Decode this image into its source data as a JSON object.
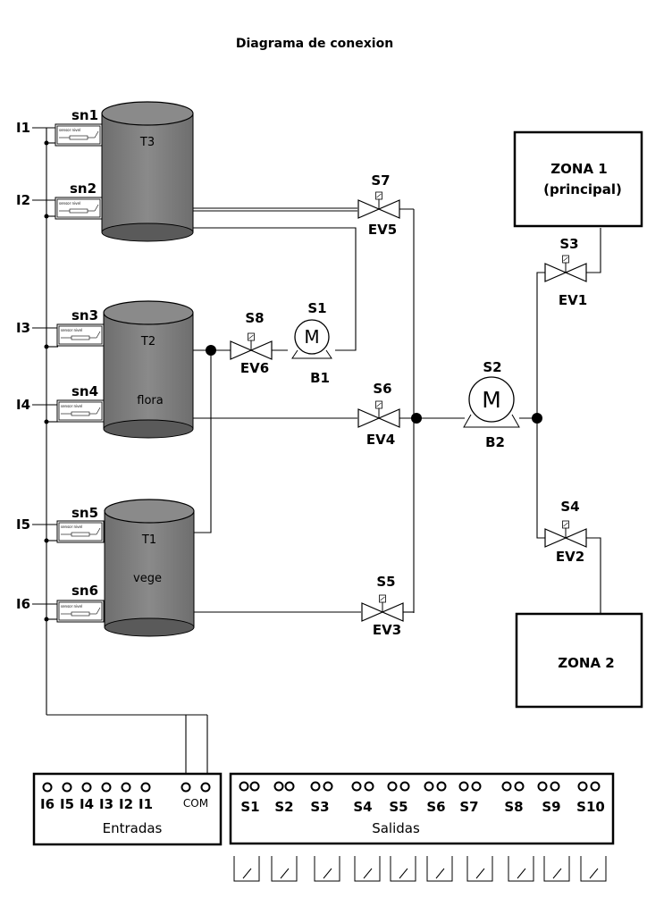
{
  "title": "Diagrama de conexion",
  "tanks": [
    {
      "id": "T3",
      "label": "T3",
      "sublabel": ""
    },
    {
      "id": "T2",
      "label": "T2",
      "sublabel": "flora"
    },
    {
      "id": "T1",
      "label": "T1",
      "sublabel": "vege"
    }
  ],
  "sensors": [
    {
      "id": "sn1",
      "input": "I1",
      "text": "sensor nivel"
    },
    {
      "id": "sn2",
      "input": "I2",
      "text": "sensor nivel"
    },
    {
      "id": "sn3",
      "input": "I3",
      "text": "sensor nivel"
    },
    {
      "id": "sn4",
      "input": "I4",
      "text": "sensor nivel"
    },
    {
      "id": "sn5",
      "input": "I5",
      "text": "sensor nivel"
    },
    {
      "id": "sn6",
      "input": "I6",
      "text": "sensor nivel"
    }
  ],
  "valves": [
    {
      "id": "EV5",
      "signal": "S7"
    },
    {
      "id": "EV6",
      "signal": "S8"
    },
    {
      "id": "EV4",
      "signal": "S6"
    },
    {
      "id": "EV3",
      "signal": "S5"
    },
    {
      "id": "EV1",
      "signal": "S3"
    },
    {
      "id": "EV2",
      "signal": "S4"
    }
  ],
  "pumps": [
    {
      "id": "B1",
      "signal": "S1",
      "symbol": "M"
    },
    {
      "id": "B2",
      "signal": "S2",
      "symbol": "M"
    }
  ],
  "zones": [
    {
      "line1": "ZONA 1",
      "line2": "(principal)"
    },
    {
      "line1": "ZONA 2",
      "line2": ""
    }
  ],
  "inputs_panel": {
    "label": "Entradas",
    "terminals": [
      "I6",
      "I5",
      "I4",
      "I3",
      "I2",
      "I1"
    ],
    "common": "COM"
  },
  "outputs_panel": {
    "label": "Salidas",
    "terminals": [
      "S1",
      "S2",
      "S3",
      "S4",
      "S5",
      "S6",
      "S7",
      "S8",
      "S9",
      "S10"
    ]
  }
}
